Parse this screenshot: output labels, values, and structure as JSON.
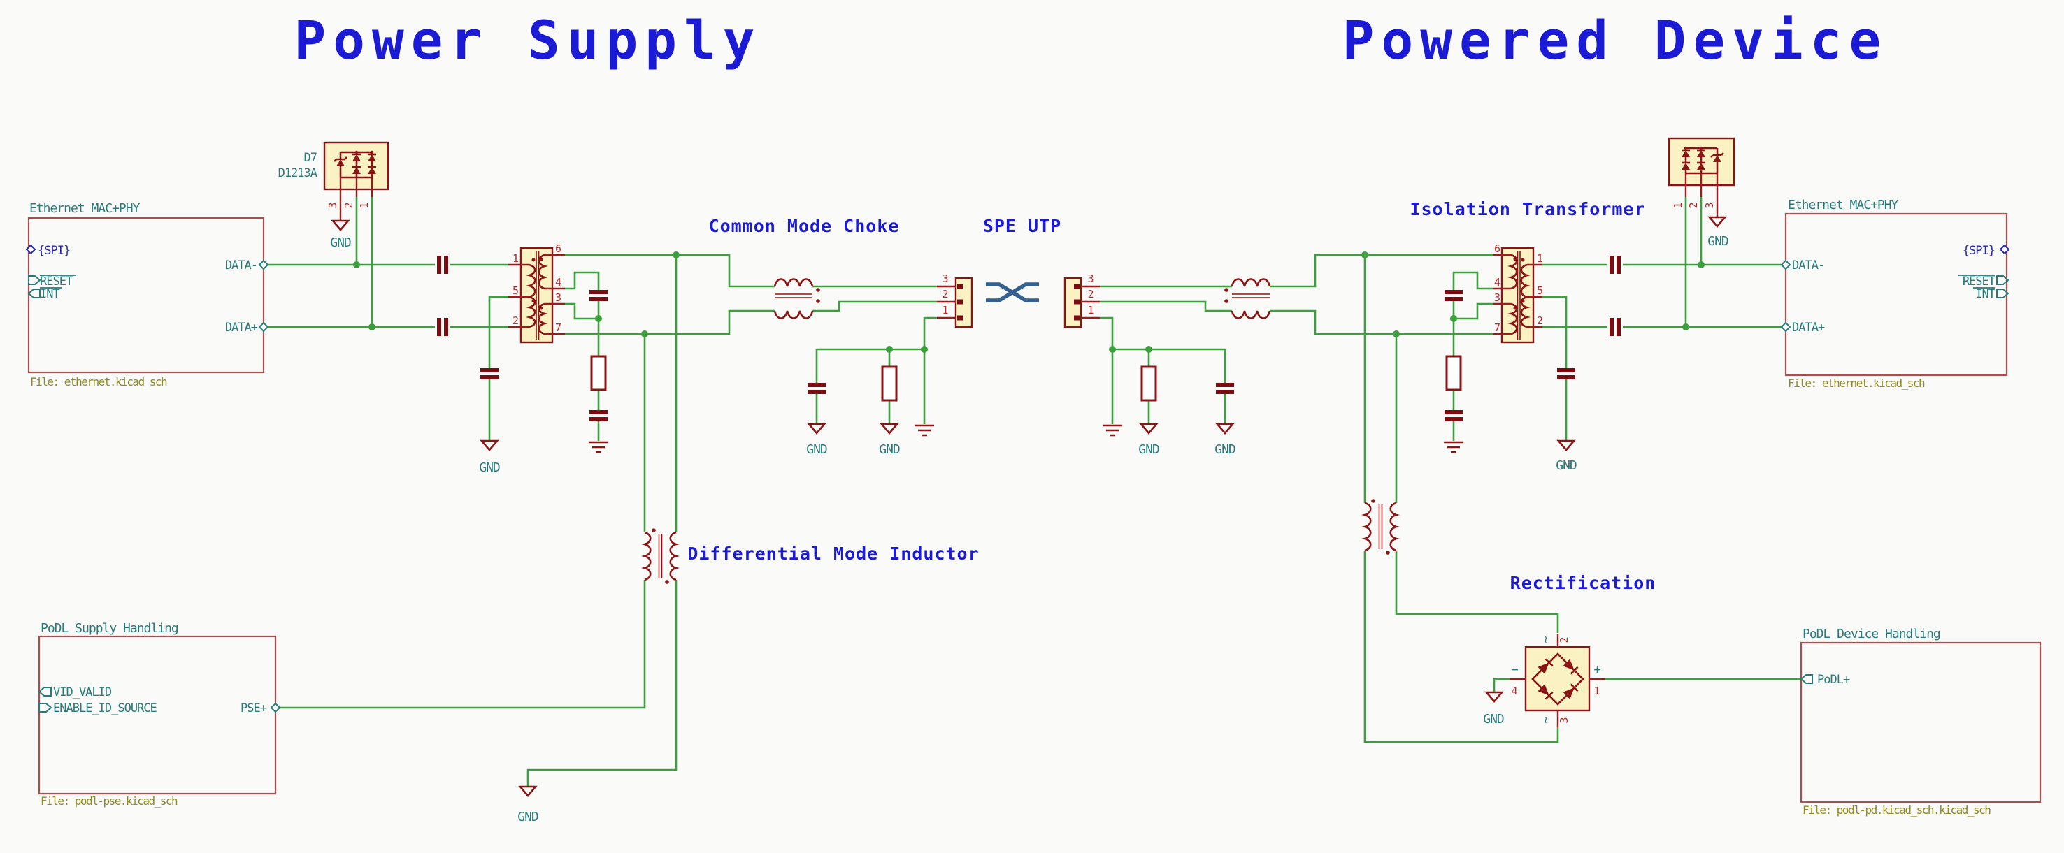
{
  "colors": {
    "wire": "#3CA03C",
    "pin": "#9A1C1C",
    "symbol": "#8B1414",
    "capbar": "#7A0D12",
    "compfill": "#FBF2C4",
    "sheetline": "#A85050",
    "teal": "#287B7B",
    "olive": "#8F8A20",
    "navy": "#2626B8",
    "blue": "#1B1BD6",
    "num": "#BE2828",
    "twist": "#33608F",
    "bg": "#FAFAF8"
  },
  "titles": {
    "left": "Power Supply",
    "right": "Powered Device"
  },
  "labels": {
    "cmc": "Common Mode Choke",
    "spe": "SPE UTP",
    "iso": "Isolation Transformer",
    "dmi": "Differential Mode Inductor",
    "rect": "Rectification",
    "gnd": "GND"
  },
  "eth": {
    "name": "Ethernet MAC+PHY",
    "file": "File: ethernet.kicad_sch",
    "spi": "{SPI}",
    "reset": "RESET",
    "int": "INT",
    "data_minus": "DATA-",
    "data_plus": "DATA+"
  },
  "pse_sheet": {
    "name": "PoDL Supply Handling",
    "file": "File: podl-pse.kicad_sch",
    "vid_valid": "VID_VALID",
    "enable": "ENABLE_ID_SOURCE",
    "pse_plus": "PSE+"
  },
  "pd_sheet": {
    "name": "PoDL Device Handling",
    "file": "File: podl-pd.kicad_sch.kicad_sch",
    "podl_plus": "PoDL+"
  },
  "tvs": {
    "ref": "D7",
    "value": "D1213A",
    "pins": [
      "1",
      "2",
      "3"
    ]
  },
  "transformer": {
    "pins_primary": [
      "1",
      "5",
      "2"
    ],
    "pins_secondary": [
      "6",
      "4",
      "3",
      "7"
    ]
  },
  "connector": {
    "pins": [
      "1",
      "2",
      "3"
    ]
  },
  "bridge": {
    "pins": [
      "1",
      "2",
      "3",
      "4"
    ],
    "plus": "+",
    "minus": "−",
    "ac": "~"
  }
}
